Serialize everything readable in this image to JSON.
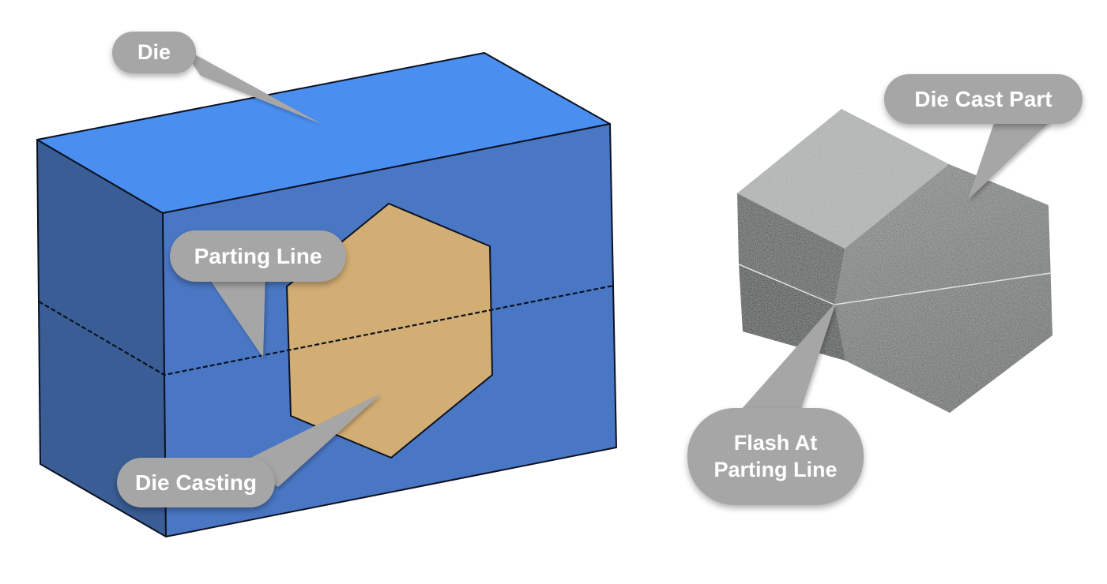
{
  "canvas": {
    "background": "#ffffff"
  },
  "callout_style": {
    "fill": "#a6a6a6",
    "text_color": "#ffffff"
  },
  "die_diagram": {
    "colors": {
      "top_face": "#4a8ff0",
      "front_face": "#4a77c4",
      "side_face": "#3a5d95",
      "casting": "#d2ae74",
      "edge": "#0c1120",
      "parting_line": "#0c1120"
    },
    "callouts": {
      "die": {
        "label": "Die"
      },
      "parting_line": {
        "label": "Parting Line"
      },
      "die_casting": {
        "label": "Die Casting"
      }
    }
  },
  "part_diagram": {
    "colors": {
      "top_face": "#a6aaa9",
      "front_upper_face": "#454948",
      "front_lower_face": "#343837",
      "end_face_light": "#7b807e",
      "end_face_dark": "#5a5f5d",
      "parting_line": "#dde0df"
    },
    "callouts": {
      "die_cast_part": {
        "label": "Die Cast Part"
      },
      "flash": {
        "line1": "Flash At",
        "line2": "Parting Line"
      }
    }
  }
}
